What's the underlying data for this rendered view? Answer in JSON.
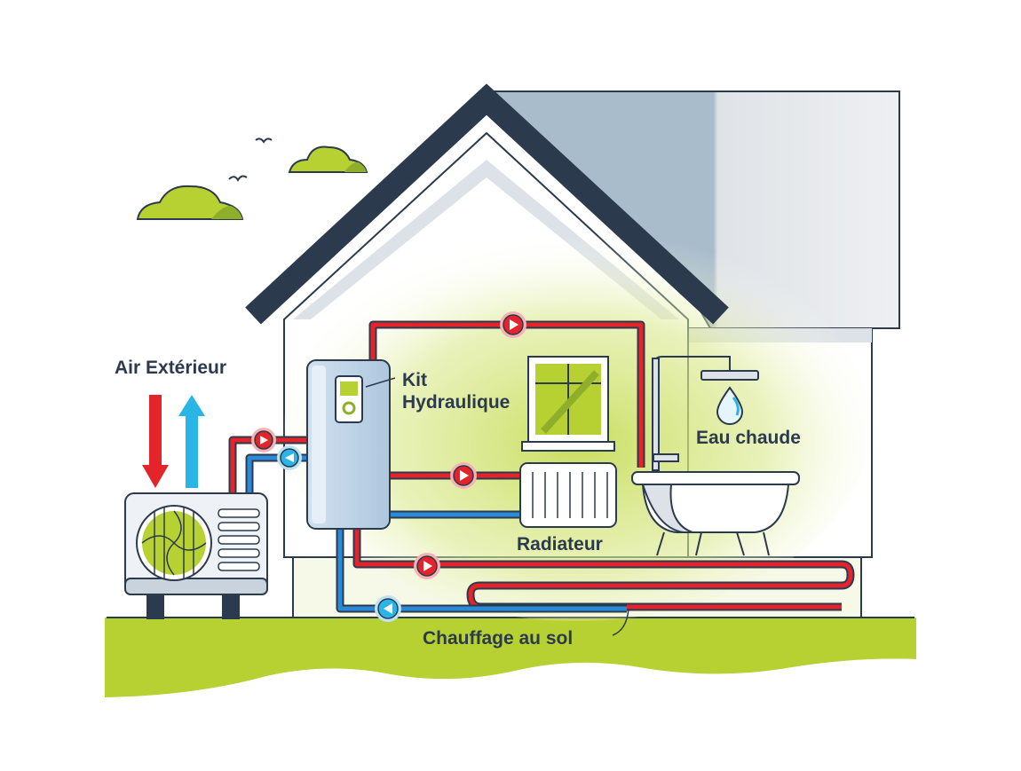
{
  "labels": {
    "outdoor_air": "Air Extérieur",
    "hydraulic_kit_line1": "Kit",
    "hydraulic_kit_line2": "Hydraulique",
    "hot_water": "Eau chaude",
    "radiator": "Radiateur",
    "floor_heating": "Chauffage au sol"
  },
  "colors": {
    "outline": "#2c3a4d",
    "hot_pipe": "#e3242b",
    "cold_pipe": "#2a8ad8",
    "grass": "#b7d133",
    "roof_dark": "#2c3a4d",
    "roof_side": "#aabccb",
    "interior_glow": "#cfe07a",
    "arrow_down": "#e3242b",
    "arrow_up": "#29b6e6"
  }
}
